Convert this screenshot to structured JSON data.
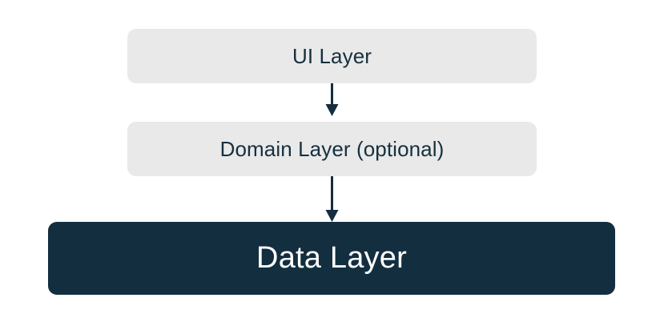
{
  "diagram": {
    "type": "layered-architecture",
    "title": "",
    "background_color": "#ffffff",
    "accent_dark": "#132e3f",
    "accent_light": "#e9e9e9",
    "text_dark": "#16303f",
    "text_light": "#ffffff",
    "layers": [
      {
        "id": "ui",
        "label": "UI Layer",
        "style": "light",
        "optional": false
      },
      {
        "id": "domain",
        "label": "Domain Layer (optional)",
        "style": "light",
        "optional": true
      },
      {
        "id": "data",
        "label": "Data Layer",
        "style": "dark",
        "optional": false
      }
    ],
    "connections": [
      {
        "id": "ui-to-domain",
        "from": "ui",
        "to": "domain",
        "direction": "down",
        "arrowhead": "solid-triangle",
        "color": "#132e3f"
      },
      {
        "id": "domain-to-data",
        "from": "domain",
        "to": "data",
        "direction": "down",
        "arrowhead": "solid-triangle",
        "color": "#132e3f"
      }
    ]
  }
}
